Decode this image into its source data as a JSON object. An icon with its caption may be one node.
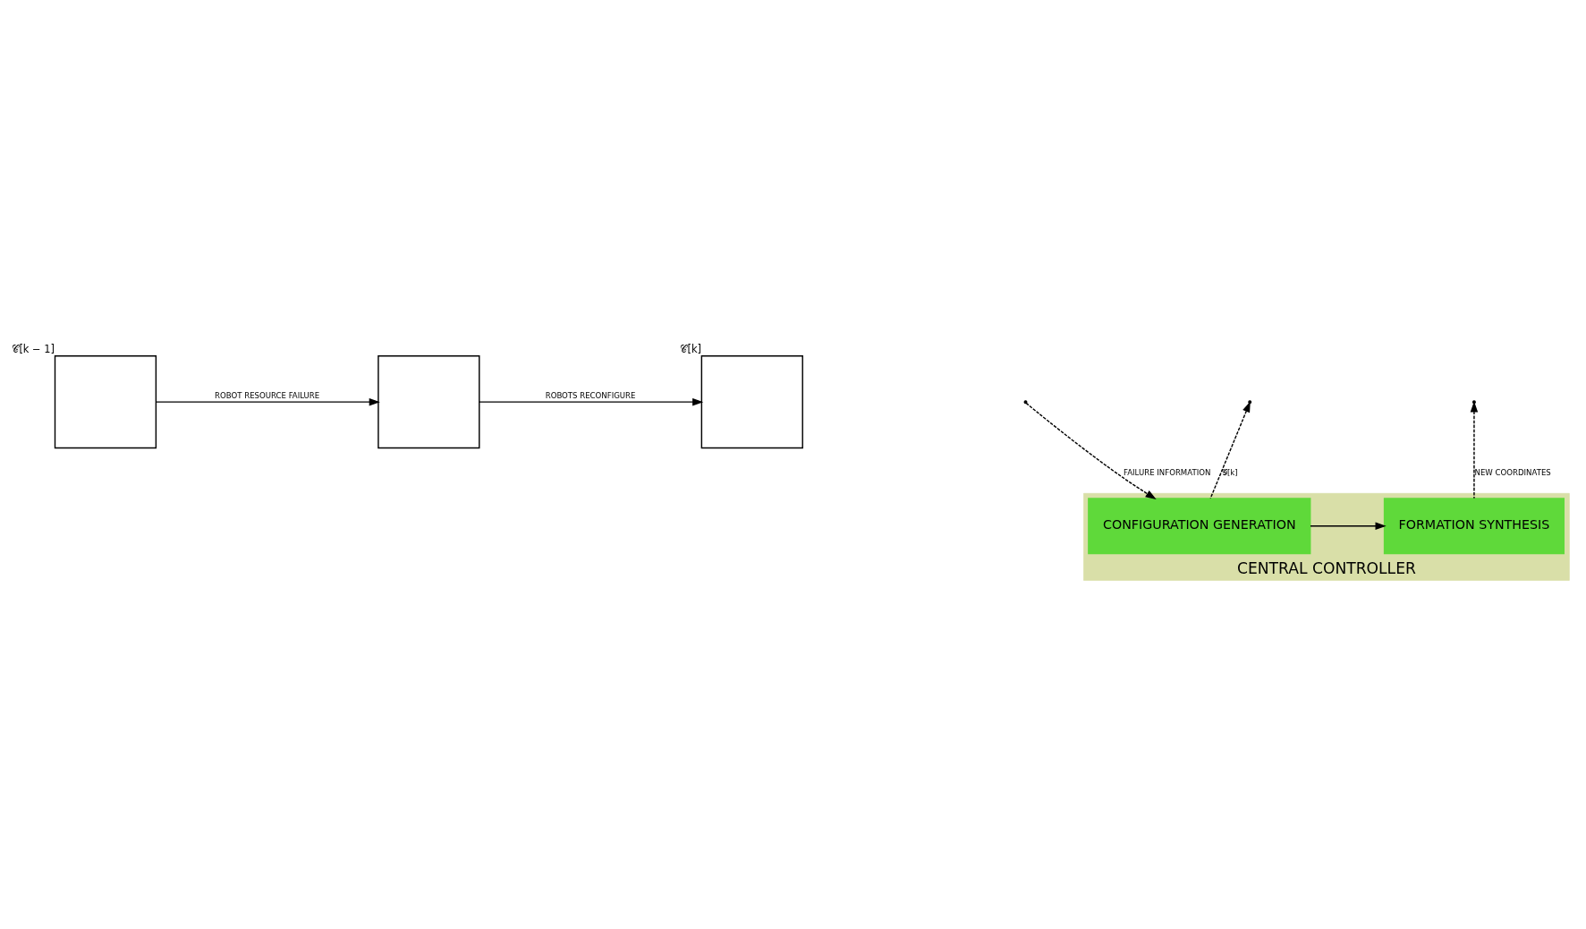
{
  "diagram": {
    "nodes": [
      {
        "text": [],
        "shape": "box",
        "beside": [
          "𝒞[k − 1]"
        ]
      },
      {
        "text": [],
        "shape": "box"
      },
      {
        "text": [],
        "shape": "box",
        "beside": [
          "𝒞[k]"
        ]
      },
      {
        "text": [
          "CENTRAL CONTROLLER"
        ]
      },
      {
        "text": [
          "CONFIGURATION GENERATION"
        ],
        "in": 3
      },
      {
        "text": [
          "FORMATION SYNTHESIS"
        ],
        "in": 3
      }
    ],
    "edges": [
      {
        "from": 0,
        "to": 1,
        "arrow": "to",
        "label": "ROBOT RESOURCE FAILURE"
      },
      {
        "from": 1,
        "to": 2,
        "arrow": "to",
        "label": "ROBOTS RECONFIGURE"
      },
      {
        "from": null,
        "to": 4,
        "arrow": "to",
        "style": "dashed",
        "label": "FAILURE INFORMATION"
      },
      {
        "from": 4,
        "to": 5,
        "arrow": "to"
      },
      {
        "from": 4,
        "to": null,
        "arrow": "to",
        "style": "dashed",
        "label": "𝒢[k]"
      },
      {
        "from": 5,
        "to": null,
        "arrow": "to",
        "style": "dashed",
        "label": "NEW COORDINATES"
      }
    ]
  }
}
